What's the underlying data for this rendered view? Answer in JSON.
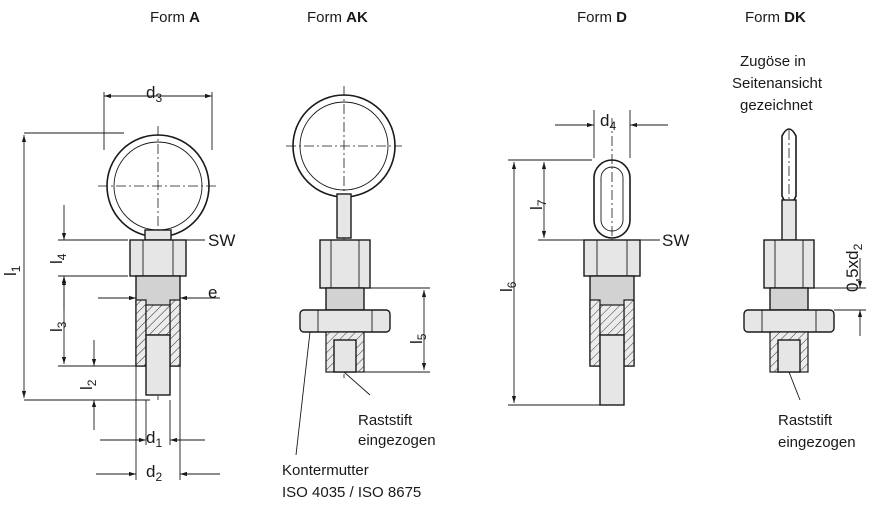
{
  "forms": [
    {
      "prefix": "Form ",
      "code": "A"
    },
    {
      "prefix": "Form ",
      "code": "AK"
    },
    {
      "prefix": "Form ",
      "code": "D"
    },
    {
      "prefix": "Form ",
      "code": "DK"
    }
  ],
  "dimensions": {
    "d1": {
      "base": "d",
      "sub": "1"
    },
    "d2": {
      "base": "d",
      "sub": "2"
    },
    "d3": {
      "base": "d",
      "sub": "3"
    },
    "d4": {
      "base": "d",
      "sub": "4"
    },
    "l1": {
      "base": "l",
      "sub": "1"
    },
    "l2": {
      "base": "l",
      "sub": "2"
    },
    "l3": {
      "base": "l",
      "sub": "3"
    },
    "l4": {
      "base": "l",
      "sub": "4"
    },
    "l5": {
      "base": "l",
      "sub": "5"
    },
    "l6": {
      "base": "l",
      "sub": "6"
    },
    "l7": {
      "base": "l",
      "sub": "7"
    },
    "e": "e",
    "sw_a": "SW",
    "sw_d": "SW",
    "half_d2": {
      "base": "0,5xd",
      "sub": "2"
    }
  },
  "notes": {
    "zugoese": [
      "Zugöse in",
      "Seitenansicht",
      "gezeichnet"
    ],
    "raststift_ak": [
      "Raststift",
      "eingezogen"
    ],
    "raststift_dk": [
      "Raststift",
      "eingezogen"
    ],
    "kontermutter": [
      "Kontermutter",
      "ISO 4035 / ISO 8675"
    ]
  }
}
